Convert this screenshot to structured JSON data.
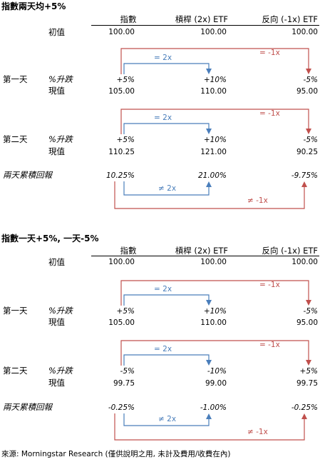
{
  "sections": [
    {
      "title": "指數兩天均+5%",
      "col_headers": {
        "index": "指數",
        "lev": "槓桿 (2x) ETF",
        "inv": "反向 (-1x) ETF"
      },
      "initial_label": "初值",
      "initial": {
        "index": "100.00",
        "lev": "100.00",
        "inv": "100.00"
      },
      "day1_label": "第一天",
      "pct_label": "%升跌",
      "value_label": "現值",
      "day1_pct": {
        "index": "+5%",
        "lev": "+10%",
        "inv": "-5%"
      },
      "day1_val": {
        "index": "105.00",
        "lev": "110.00",
        "inv": "95.00"
      },
      "day2_label": "第二天",
      "day2_pct": {
        "index": "+5%",
        "lev": "+10%",
        "inv": "-5%"
      },
      "day2_val": {
        "index": "110.25",
        "lev": "121.00",
        "inv": "90.25"
      },
      "cum_label": "兩天累積回報",
      "cum": {
        "index": "10.25%",
        "lev": "21.00%",
        "inv": "-9.75%"
      },
      "arrow_eq2x": "= 2x",
      "arrow_eqm1x": "= -1x",
      "arrow_ne2x": "≠ 2x",
      "arrow_nem1x": "≠ -1x"
    },
    {
      "title": "指數一天+5%, 一天-5%",
      "col_headers": {
        "index": "指數",
        "lev": "槓桿 (2x) ETF",
        "inv": "反向 (-1x) ETF"
      },
      "initial_label": "初值",
      "initial": {
        "index": "100.00",
        "lev": "100.00",
        "inv": "100.00"
      },
      "day1_label": "第一天",
      "pct_label": "%升跌",
      "value_label": "現值",
      "day1_pct": {
        "index": "+5%",
        "lev": "+10%",
        "inv": "-5%"
      },
      "day1_val": {
        "index": "105.00",
        "lev": "110.00",
        "inv": "95.00"
      },
      "day2_label": "第二天",
      "day2_pct": {
        "index": "-5%",
        "lev": "-10%",
        "inv": "+5%"
      },
      "day2_val": {
        "index": "99.75",
        "lev": "99.00",
        "inv": "99.75"
      },
      "cum_label": "兩天累積回報",
      "cum": {
        "index": "-0.25%",
        "lev": "-1.00%",
        "inv": "-0.25%"
      },
      "arrow_eq2x": "= 2x",
      "arrow_eqm1x": "= -1x",
      "arrow_ne2x": "≠ 2x",
      "arrow_nem1x": "≠ -1x"
    }
  ],
  "source": "來源: Morningstar Research (僅供說明之用, 未計及費用/收費在內)",
  "colors": {
    "blue": "#4a7ebb",
    "red": "#c0504d"
  }
}
